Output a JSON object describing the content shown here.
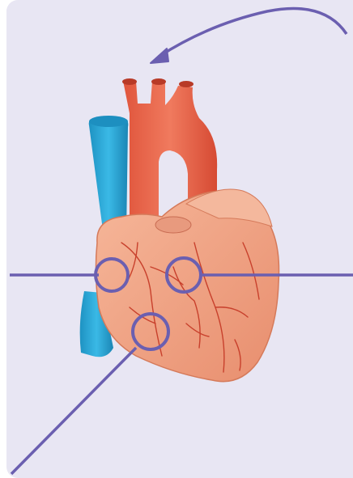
{
  "figure": {
    "subject": "heart-anatomy-illustration",
    "callout_count": 3
  },
  "colors": {
    "background": "#e8e6f3",
    "callout": "#6b5fb0",
    "vena_cava": "#29a8d8",
    "aorta": "#e8624a",
    "heart_muscle": "#f2a98a",
    "coronary_vessels": "#c8402c"
  },
  "icons": {
    "callout_marker": "ring",
    "pointer_arrow": "curved-arrow"
  }
}
